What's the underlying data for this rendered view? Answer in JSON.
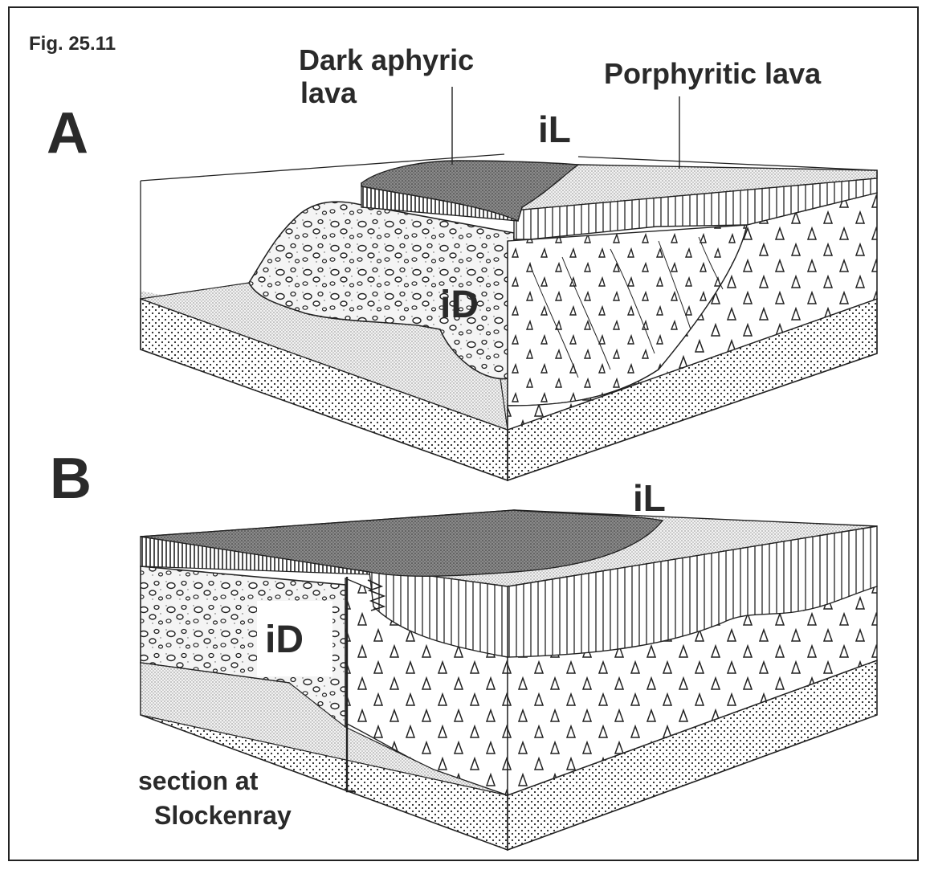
{
  "figure": {
    "caption": "Fig. 25.11"
  },
  "panel_a": {
    "letter": "A",
    "label_dark_aphyric": [
      "Dark aphyric",
      "lava"
    ],
    "label_porphyritic": "Porphyritic lava",
    "label_il": "iL",
    "label_id": "iD"
  },
  "panel_b": {
    "letter": "B",
    "label_il": "iL",
    "label_id": "iD",
    "label_section": [
      "section at",
      "Slockenray"
    ]
  },
  "colors": {
    "ink": "#2a2a2a",
    "dark_lava": "#7a7a7a",
    "stipple_light": "#cfcfcf",
    "background": "#ffffff"
  }
}
